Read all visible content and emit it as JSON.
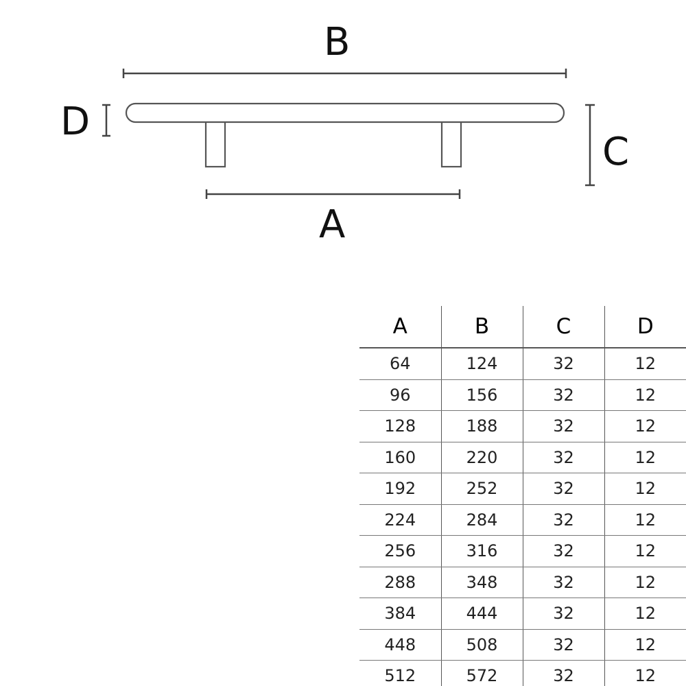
{
  "diagram": {
    "labels": {
      "a": "A",
      "b": "B",
      "c": "C",
      "d": "D"
    }
  },
  "table": {
    "headers": [
      "A",
      "B",
      "C",
      "D"
    ],
    "rows": [
      [
        "64",
        "124",
        "32",
        "12"
      ],
      [
        "96",
        "156",
        "32",
        "12"
      ],
      [
        "128",
        "188",
        "32",
        "12"
      ],
      [
        "160",
        "220",
        "32",
        "12"
      ],
      [
        "192",
        "252",
        "32",
        "12"
      ],
      [
        "224",
        "284",
        "32",
        "12"
      ],
      [
        "256",
        "316",
        "32",
        "12"
      ],
      [
        "288",
        "348",
        "32",
        "12"
      ],
      [
        "384",
        "444",
        "32",
        "12"
      ],
      [
        "448",
        "508",
        "32",
        "12"
      ],
      [
        "512",
        "572",
        "32",
        "12"
      ]
    ]
  }
}
